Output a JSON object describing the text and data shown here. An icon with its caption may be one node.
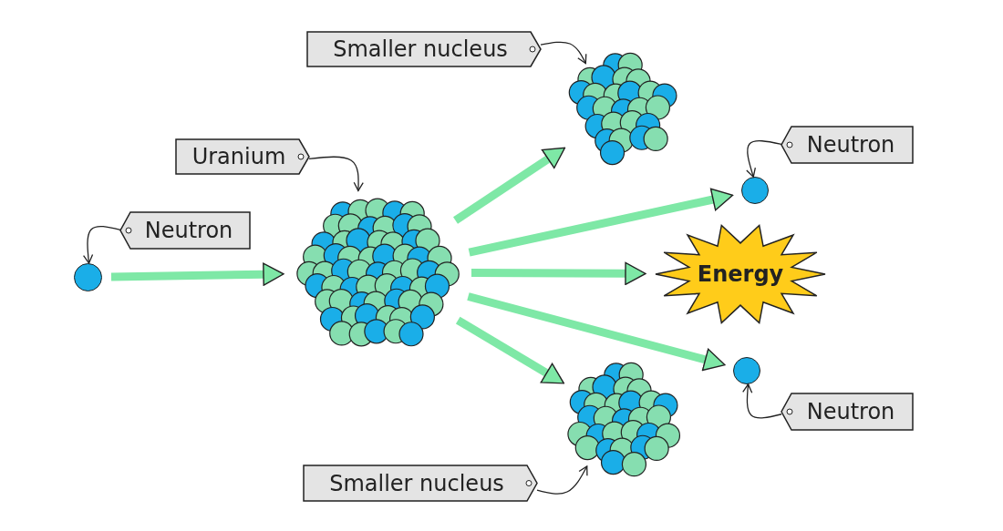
{
  "diagram": {
    "nodes": [
      {
        "text": [
          "Smaller nucleus"
        ]
      },
      {
        "text": [],
        "shape": "picture"
      },
      {
        "text": [
          "Uranium"
        ]
      },
      {
        "text": [
          "Neutron"
        ]
      },
      {
        "text": [],
        "shape": "circle"
      },
      {
        "text": [
          "Neutron"
        ]
      },
      {
        "text": [],
        "shape": "circle"
      },
      {
        "text": [],
        "shape": "picture"
      },
      {
        "text": [
          "Energy"
        ]
      },
      {
        "text": [],
        "shape": "circle"
      },
      {
        "text": [
          "Neutron"
        ]
      },
      {
        "text": [],
        "shape": "picture"
      },
      {
        "text": [
          "Smaller nucleus"
        ]
      }
    ],
    "edges": [
      {
        "from": 0,
        "to": 1,
        "arrow": "to"
      },
      {
        "from": 2,
        "to": 7,
        "arrow": "to"
      },
      {
        "from": 3,
        "to": 4,
        "arrow": "to"
      },
      {
        "from": 5,
        "to": 6,
        "arrow": "to"
      },
      {
        "from": 10,
        "to": 9,
        "arrow": "to"
      },
      {
        "from": 12,
        "to": 11,
        "arrow": "to"
      },
      {
        "from": 6,
        "to": 7,
        "arrow": "to",
        "style": "thick",
        "color": "#7ee8a6"
      },
      {
        "from": 7,
        "to": 1,
        "arrow": "to",
        "style": "thick",
        "color": "#7ee8a6"
      },
      {
        "from": 7,
        "to": 4,
        "arrow": "to",
        "style": "thick",
        "color": "#7ee8a6"
      },
      {
        "from": 7,
        "to": 8,
        "arrow": "to",
        "style": "thick",
        "color": "#7ee8a6"
      },
      {
        "from": 7,
        "to": 9,
        "arrow": "to",
        "style": "thick",
        "color": "#7ee8a6"
      },
      {
        "from": 7,
        "to": 11,
        "arrow": "to",
        "style": "thick",
        "color": "#7ee8a6"
      }
    ]
  }
}
